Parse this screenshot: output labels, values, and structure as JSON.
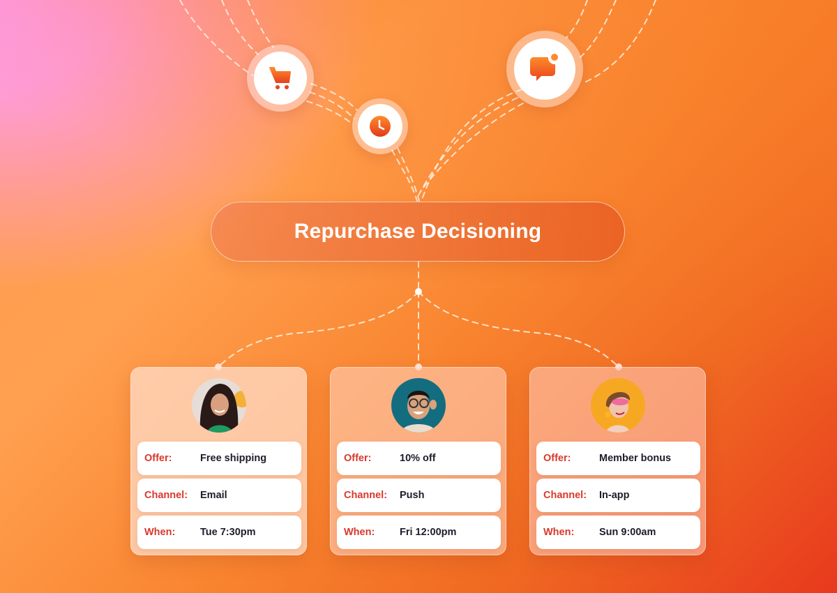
{
  "diagram": {
    "title": "Repurchase Decisioning",
    "input_icons": [
      {
        "name": "shopping-cart",
        "color": "#f05a1e"
      },
      {
        "name": "clock",
        "color": "#f05a1e"
      },
      {
        "name": "chat-notification",
        "color": "#f05a1e"
      }
    ],
    "colors": {
      "background_top_left": "#ff9cf0",
      "background_bottom_left": "#ff9940",
      "background_top_right": "#f87a24",
      "background_bottom_right": "#e8391e",
      "label_color": "#d8392b",
      "value_color": "#1d1d2b"
    },
    "cards": [
      {
        "avatar": "woman-long-dark-hair-green-shirt",
        "rows": [
          {
            "label": "Offer:",
            "value": "Free shipping"
          },
          {
            "label": "Channel:",
            "value": "Email"
          },
          {
            "label": "When:",
            "value": "Tue 7:30pm"
          }
        ]
      },
      {
        "avatar": "man-glasses-teal-background",
        "rows": [
          {
            "label": "Offer:",
            "value": "10% off"
          },
          {
            "label": "Channel:",
            "value": "Push"
          },
          {
            "label": "When:",
            "value": "Fri 12:00pm"
          }
        ]
      },
      {
        "avatar": "woman-pink-glasses-yellow-background",
        "rows": [
          {
            "label": "Offer:",
            "value": "Member bonus"
          },
          {
            "label": "Channel:",
            "value": "In-app"
          },
          {
            "label": "When:",
            "value": "Sun 9:00am"
          }
        ]
      }
    ]
  }
}
